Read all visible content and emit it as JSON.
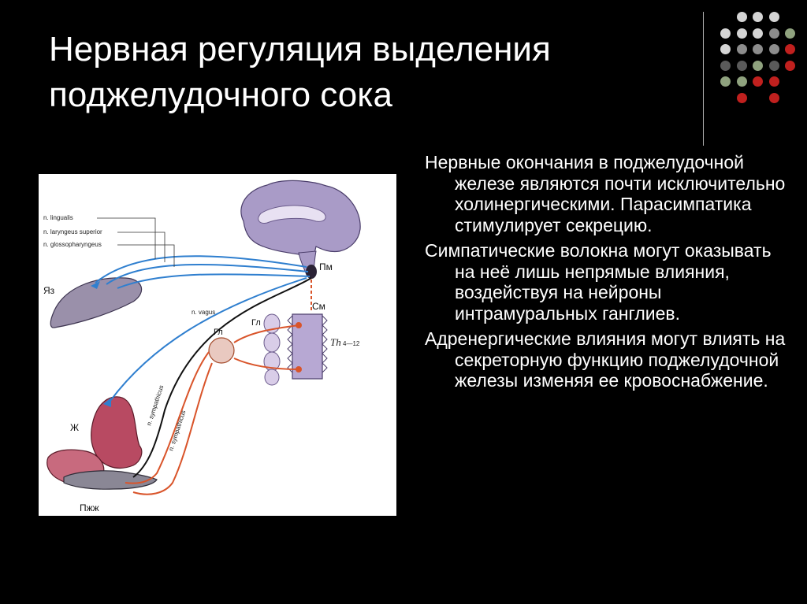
{
  "slide": {
    "title_line1": "Нервная регуляция выделения",
    "title_line2": "поджелудочного сока",
    "paragraphs": [
      "Нервные окончания в поджелудочной железе являются почти исключительно холинергическими. Парасимпатика стимулирует секрецию.",
      "Симпатические волокна могут оказывать на неё лишь непрямые влияния, воздействуя на нейроны интрамуральных ганглиев.",
      "Адренергические влияния могут влиять на секреторную функцию поджелудочной железы изменяя ее кровоснабжение."
    ]
  },
  "figure": {
    "labels": {
      "n_lingualis": "n. lingualis",
      "n_laryngeus": "n. laryngeus superior",
      "n_glosso": "n. glossopharyngeus",
      "yaz": "Яз",
      "pm": "Пм",
      "sm": "См",
      "th": "Th",
      "th_range": "4—12",
      "gl1": "Гл",
      "gl2": "Гл",
      "n_vagus": "n. vagus",
      "zh": "Ж",
      "n_symp1": "n. sympathicus",
      "n_symp2": "n. sympathicus",
      "pzhzh": "Пжж"
    }
  },
  "decoration": {
    "dot_colors": {
      "light": "#d4d4d4",
      "mid": "#8c8c8c",
      "dark": "#5a5a5a",
      "green": "#8fa27e",
      "red": "#c0201e"
    }
  }
}
